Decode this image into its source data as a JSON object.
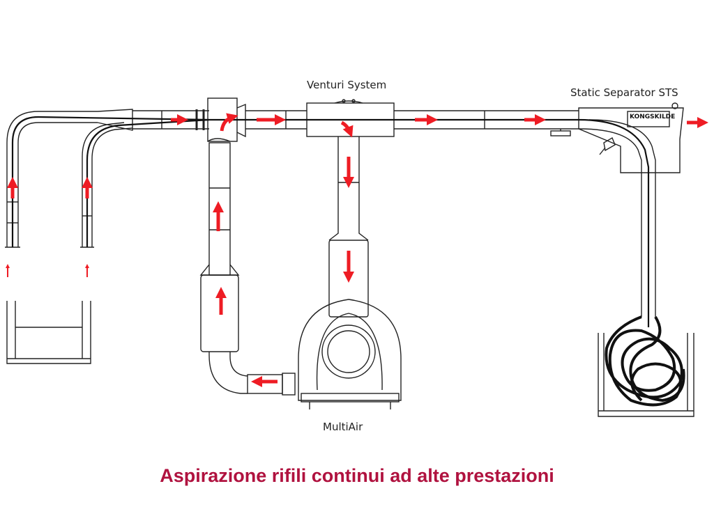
{
  "labels": {
    "venturi": "Venturi System",
    "separator": "Static Separator STS",
    "multiair": "MultiAir",
    "brand": "KONGSKILDE"
  },
  "title": "Aspirazione rifili continui ad alte prestazioni",
  "colors": {
    "arrow": "#ee1c24",
    "line": "#222222",
    "title": "#b0123f"
  }
}
